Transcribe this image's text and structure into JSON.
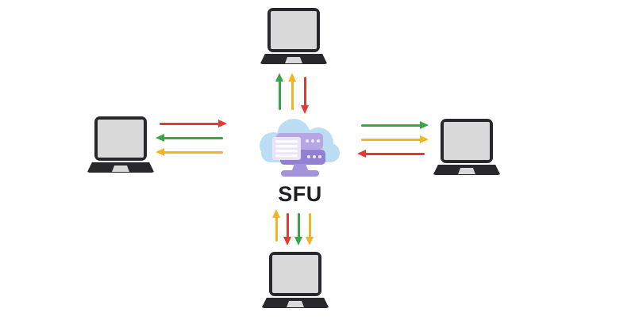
{
  "diagram": {
    "label": "SFU",
    "description": "SFU topology: central selective forwarding unit connected to four laptop clients with colored media stream arrows",
    "colors": {
      "red": "#E23A30",
      "green": "#3BA648",
      "yellow": "#F2B422",
      "cloud_blue": "#BCDEF5",
      "server_purple_light": "#B6A6E3",
      "server_purple_dark": "#9180D3",
      "server_purple_stand": "#A493DC",
      "server_panel": "#EAE4F7",
      "server_panel_stripe": "#FDFCFE",
      "server_dot": "#EFEAF9",
      "laptop_body": "#28282C",
      "laptop_screen": "#D9D9D9",
      "label_color": "#1F2023"
    },
    "icons": {
      "server": "cloud-server-icon",
      "client": "laptop-icon"
    },
    "nodes": {
      "center": "sfu-server",
      "clients": [
        "client-top",
        "client-left",
        "client-right",
        "client-bottom"
      ]
    },
    "arrows": {
      "left_group": [
        {
          "color": "red",
          "dir": "right"
        },
        {
          "color": "green",
          "dir": "left"
        },
        {
          "color": "yellow",
          "dir": "left"
        }
      ],
      "top_group": [
        {
          "color": "green",
          "dir": "up"
        },
        {
          "color": "yellow",
          "dir": "up"
        },
        {
          "color": "red",
          "dir": "down"
        }
      ],
      "right_group": [
        {
          "color": "green",
          "dir": "right"
        },
        {
          "color": "yellow",
          "dir": "right"
        },
        {
          "color": "red",
          "dir": "left"
        }
      ],
      "bottom_group": [
        {
          "color": "yellow",
          "dir": "up"
        },
        {
          "color": "red",
          "dir": "down"
        },
        {
          "color": "green",
          "dir": "down"
        },
        {
          "color": "yellow",
          "dir": "down"
        }
      ]
    }
  }
}
